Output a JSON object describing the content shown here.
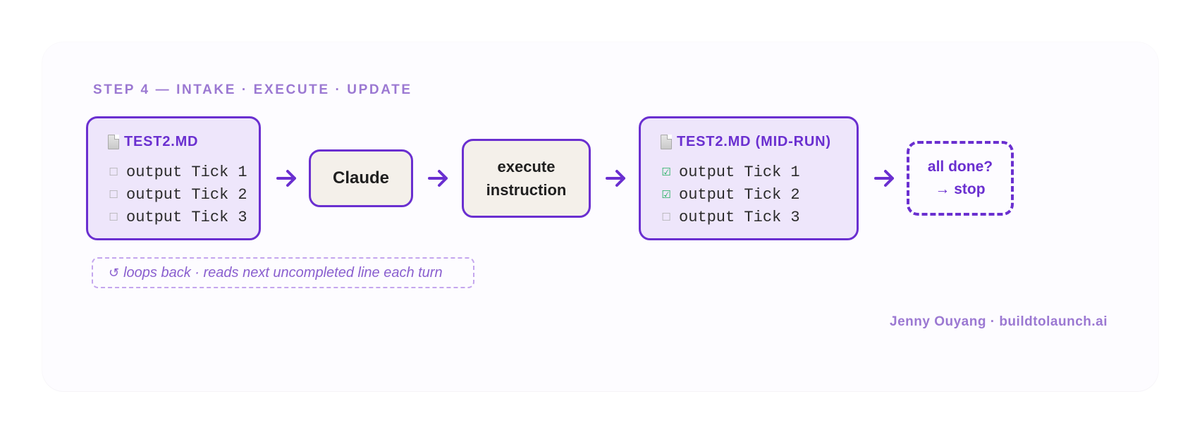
{
  "title": "STEP 4 — INTAKE · EXECUTE · UPDATE",
  "colors": {
    "accent": "#6a2fd0",
    "muted_accent": "#9b78d2",
    "file_fill": "#eee6fb",
    "process_fill": "#f4f0ea",
    "checked": "#1fae5c"
  },
  "input_file": {
    "icon": "document-icon",
    "name": "TEST2.MD",
    "tasks": [
      {
        "text": "output Tick 1",
        "done": false,
        "mark": "☐"
      },
      {
        "text": "output Tick 2",
        "done": false,
        "mark": "☐"
      },
      {
        "text": "output Tick 3",
        "done": false,
        "mark": "☐"
      }
    ]
  },
  "arrow_icon": "right-arrow-icon",
  "agent": {
    "label": "Claude"
  },
  "execute": {
    "line1": "execute",
    "line2": "instruction"
  },
  "output_file": {
    "icon": "document-icon",
    "name": "TEST2.MD (MID-RUN)",
    "tasks": [
      {
        "text": "output Tick 1",
        "done": true,
        "mark": "☑"
      },
      {
        "text": "output Tick 2",
        "done": true,
        "mark": "☑"
      },
      {
        "text": "output Tick 3",
        "done": false,
        "mark": "☐"
      }
    ]
  },
  "stop": {
    "line1": "all done?",
    "line2": "→ stop"
  },
  "loop_note": {
    "icon": "↺",
    "text": "loops back · reads next uncompleted line each turn"
  },
  "credit": "Jenny Ouyang · buildtolaunch.ai"
}
